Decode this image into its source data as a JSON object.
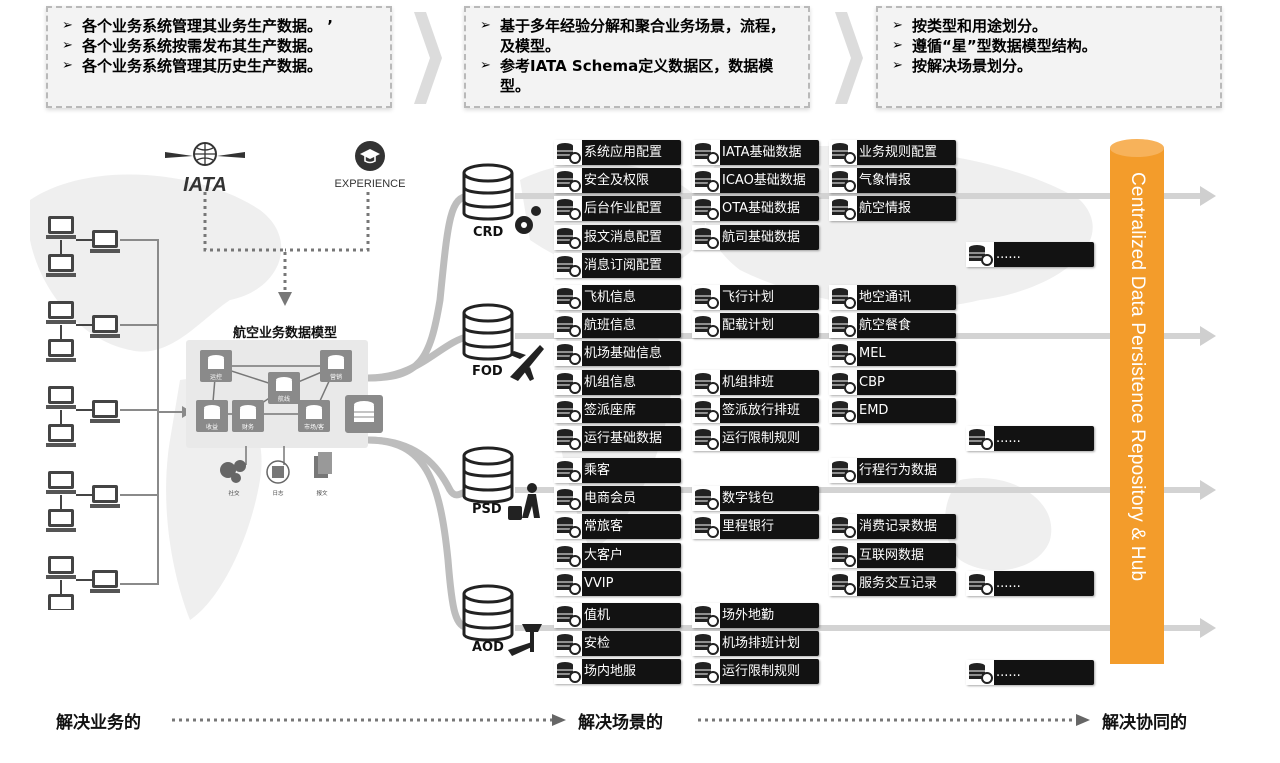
{
  "top_boxes": [
    {
      "items": [
        "各个业务系统管理其业务生产数据。 ’",
        "各个业务系统按需发布其生产数据。",
        "各个业务系统管理其历史生产数据。"
      ]
    },
    {
      "items": [
        "基于多年经验分解和聚合业务场景，流程，及模型。",
        "参考IATA Schema定义数据区，数据模型。"
      ]
    },
    {
      "items": [
        "按类型和用途划分。",
        "遵循“星”型数据模型结构。",
        "按解决场景划分。"
      ]
    }
  ],
  "logos": {
    "iata": "IATA",
    "experience": "EXPERIENCE"
  },
  "model": {
    "title": "航空业务数据模型",
    "nodes": [
      "运控",
      "航线",
      "营销",
      "收益",
      "财务",
      "市场/客"
    ],
    "icons": [
      "社交",
      "日志",
      "报文"
    ]
  },
  "databases": [
    {
      "label": "CRD"
    },
    {
      "label": "FOD"
    },
    {
      "label": "PSD"
    },
    {
      "label": "AOD"
    }
  ],
  "tiles": {
    "crd": {
      "col1": [
        "系统应用配置",
        "安全及权限",
        "后台作业配置",
        "报文消息配置",
        "消息订阅配置"
      ],
      "col2": [
        "IATA基础数据",
        "ICAO基础数据",
        "OTA基础数据",
        "航司基础数据"
      ],
      "col3": [
        "业务规则配置",
        "气象情报",
        "航空情报"
      ],
      "more": "......"
    },
    "fod": {
      "col1": [
        "飞机信息",
        "航班信息",
        "机场基础信息",
        "机组信息",
        "签派座席",
        "运行基础数据"
      ],
      "col2": [
        "飞行计划",
        "配载计划",
        "机组排班",
        "签派放行排班",
        "运行限制规则"
      ],
      "col3": [
        "地空通讯",
        "航空餐食",
        "MEL",
        "CBP",
        "EMD"
      ],
      "more": "......"
    },
    "psd": {
      "col1": [
        "乘客",
        "电商会员",
        "常旅客",
        "大客户",
        "VVIP"
      ],
      "col2": [
        "数字钱包",
        "里程银行"
      ],
      "col3": [
        "行程行为数据",
        "消费记录数据",
        "互联网数据",
        "服务交互记录"
      ],
      "more": "......"
    },
    "aod": {
      "col1": [
        "值机",
        "安检",
        "场内地服"
      ],
      "col2": [
        "场外地勤",
        "机场排班计划",
        "运行限制规则"
      ],
      "more": "......"
    }
  },
  "hub": {
    "label": "Centralized Data Persistence Repository & Hub"
  },
  "bottom": [
    "解决业务的",
    "解决场景的",
    "解决协同的"
  ],
  "colors": {
    "hub": "#f39c2b",
    "tile": "#121212",
    "line": "#c8c8c8"
  }
}
